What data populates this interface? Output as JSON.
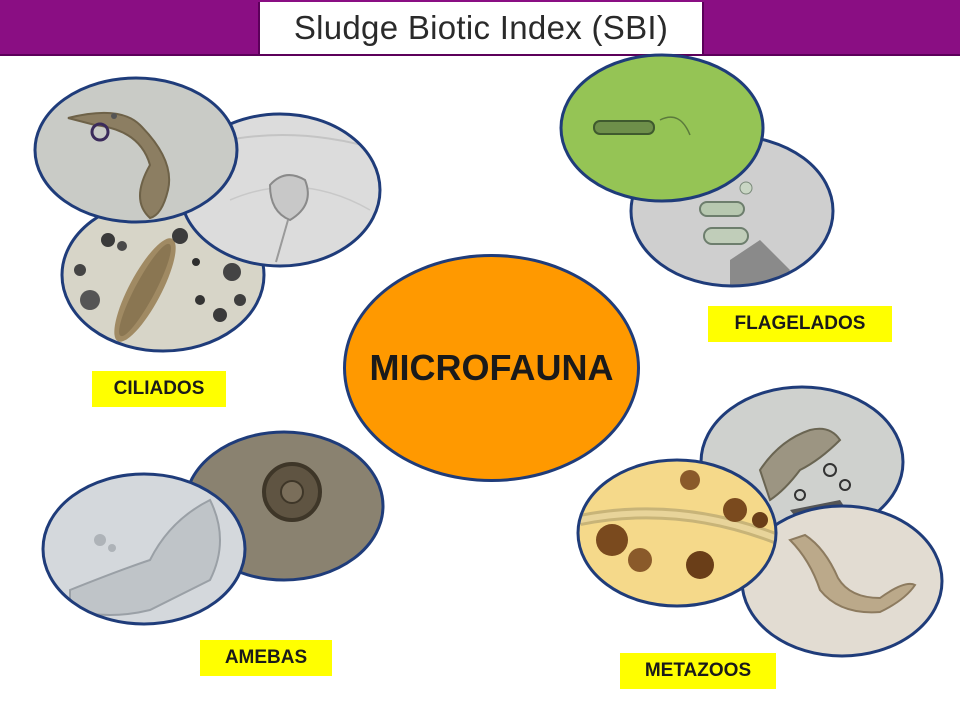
{
  "title": "Sludge Biotic Index (SBI)",
  "center_label": "MICROFAUNA",
  "groups": {
    "ciliados": "CILIADOS",
    "flagelados": "FLAGELADOS",
    "amebas": "AMEBAS",
    "metazoos": "METAZOOS"
  },
  "colors": {
    "title_bar": "#8a0e83",
    "center_fill": "#ff9900",
    "label_fill": "#ffff00",
    "circle_border": "#1f3c7a"
  }
}
